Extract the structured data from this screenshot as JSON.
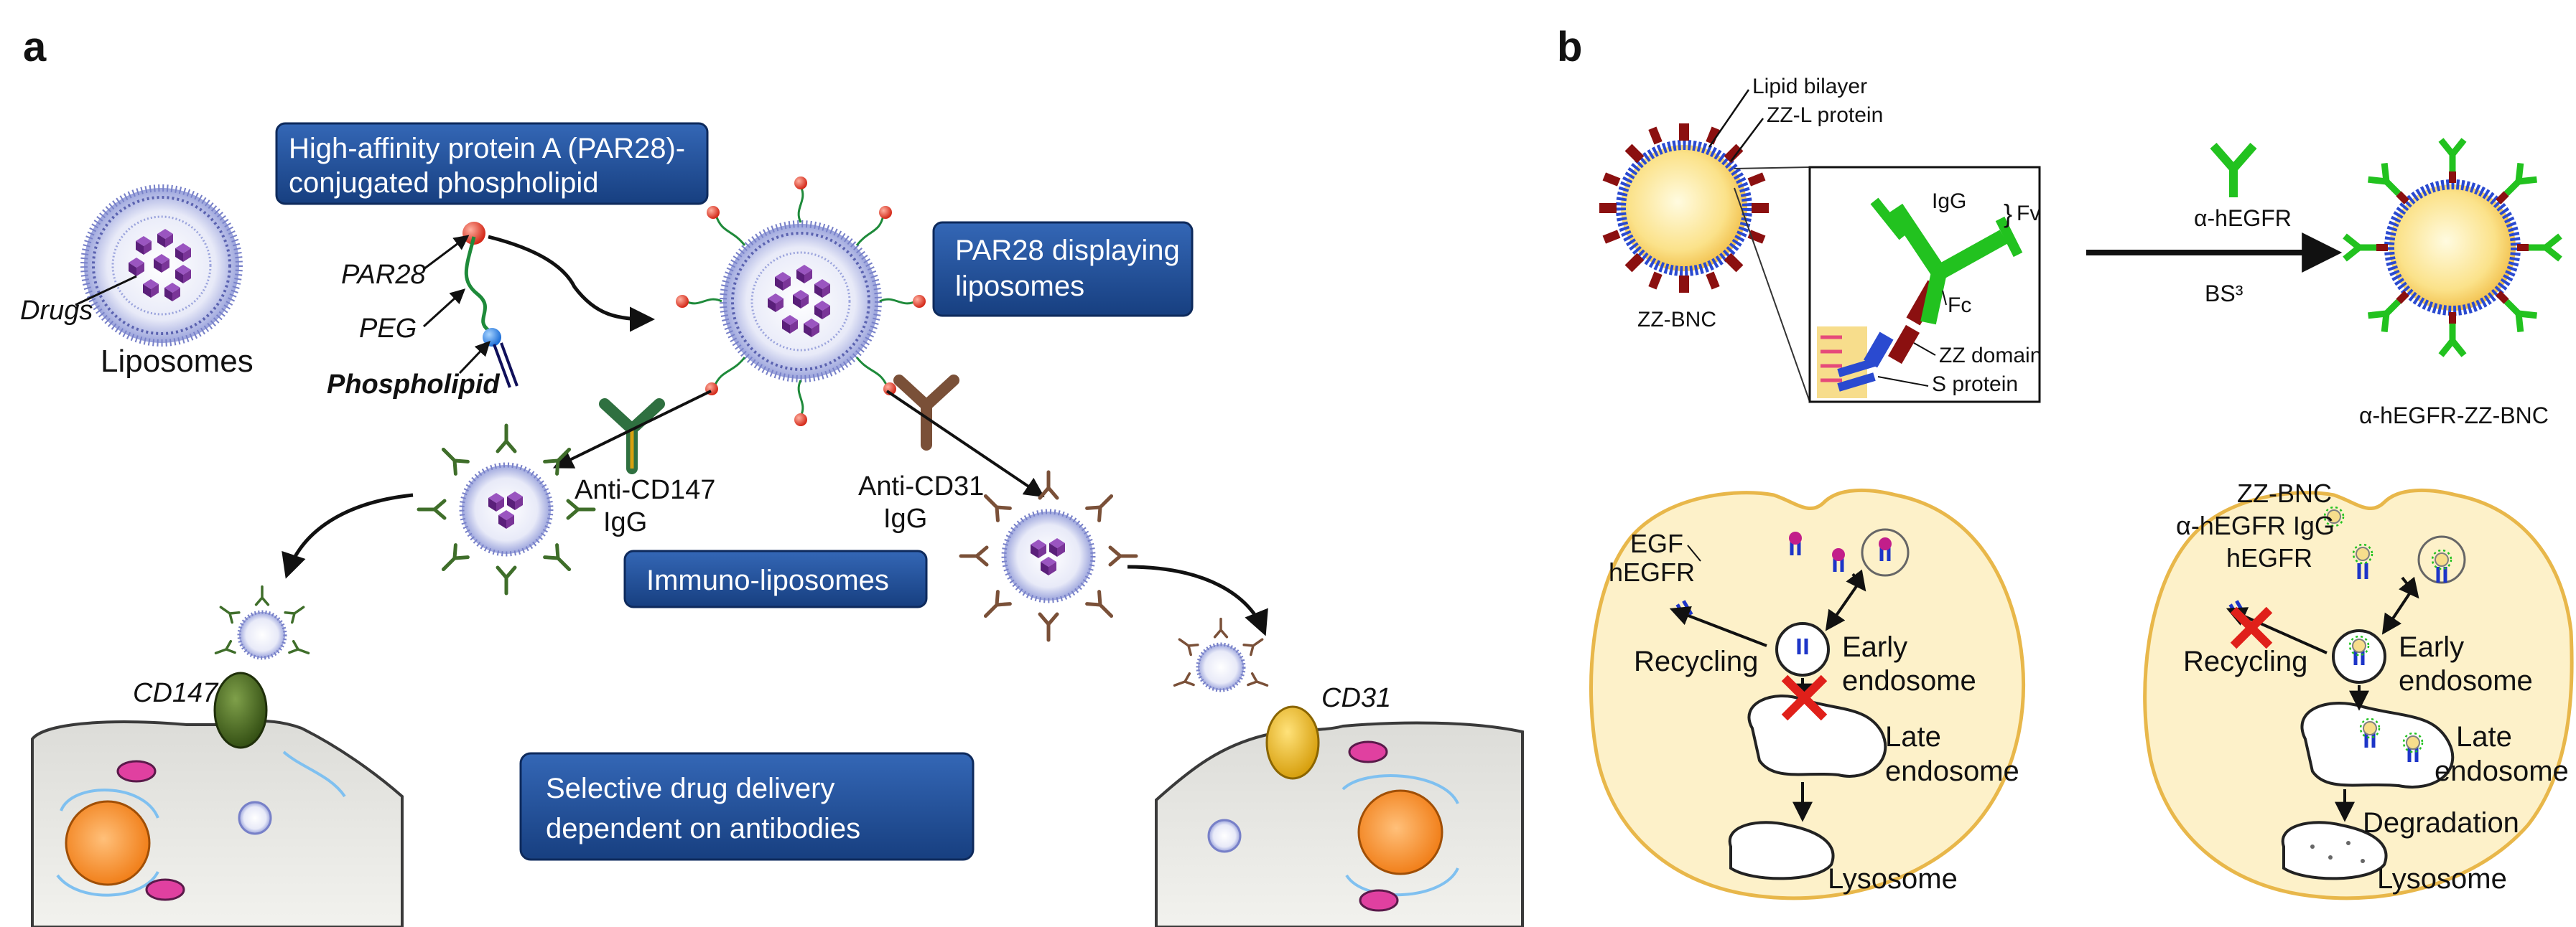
{
  "panel_a": {
    "panel_letter": "a",
    "box_par28_line1": "High-affinity protein A (PAR28)-",
    "box_par28_line2": "conjugated phospholipid",
    "box_displaying_line1": "PAR28 displaying",
    "box_displaying_line2": "liposomes",
    "box_immuno": "Immuno-liposomes",
    "box_selective_line1": "Selective drug delivery",
    "box_selective_line2": "dependent on antibodies",
    "label_drugs": "Drugs",
    "label_liposomes": "Liposomes",
    "label_par28": "PAR28",
    "label_peg": "PEG",
    "label_phospholipid": "Phospholipid",
    "label_anti_cd147_line1": "Anti-CD147",
    "label_anti_cd147_line2": "IgG",
    "label_anti_cd31_line1": "Anti-CD31",
    "label_anti_cd31_line2": "IgG",
    "label_cd147": "CD147",
    "label_cd31": "CD31"
  },
  "panel_b": {
    "panel_letter": "b",
    "label_lipid_bilayer": "Lipid bilayer",
    "label_zzl_protein": "ZZ-L protein",
    "label_zz_bnc": "ZZ-BNC",
    "label_igg": "IgG",
    "label_fv": "Fv",
    "label_fc": "Fc",
    "label_zz_domain": "ZZ domain",
    "label_s_protein": "S protein",
    "label_ahegfr": "α-hEGFR",
    "label_bs3": "BS³",
    "label_ahegfr_zz_bnc": "α-hEGFR-ZZ-BNC",
    "cell1_egf": "EGF",
    "cell1_hegfr": "hEGFR",
    "cell1_recycling": "Recycling",
    "cell1_early_line1": "Early",
    "cell1_early_line2": "endosome",
    "cell1_late_line1": "Late",
    "cell1_late_line2": "endosome",
    "cell1_lysosome": "Lysosome",
    "cell2_zzbnc": "ZZ-BNC",
    "cell2_ahegfr_igg": "α-hEGFR IgG",
    "cell2_hegfr": "hEGFR",
    "cell2_recycling": "Recycling",
    "cell2_early_line1": "Early",
    "cell2_early_line2": "endosome",
    "cell2_late_line1": "Late",
    "cell2_late_line2": "endosome",
    "cell2_degradation": "Degradation",
    "cell2_lysosome": "Lysosome"
  },
  "colors": {
    "box_blue": "#1f4e96",
    "cell_fill": "#fdf1c9",
    "cell_stroke": "#e8b74a",
    "antibody_green": "#22c21f",
    "zz_red": "#8b1010",
    "cross_red": "#e0201a",
    "liposome_blue": "#7780c8",
    "drug_purple": "#6a2e8c"
  }
}
